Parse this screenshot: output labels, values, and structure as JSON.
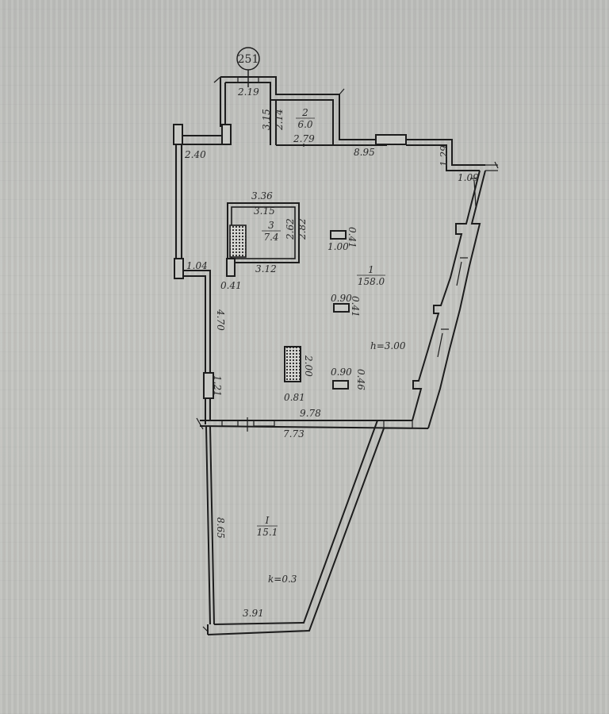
{
  "plan": {
    "apartment_number": "251",
    "height_label": "h=3.00",
    "k_label": "k=0.3"
  },
  "rooms": [
    {
      "number": "2",
      "area": "6.0"
    },
    {
      "number": "3",
      "area": "7.4"
    },
    {
      "number": "1",
      "area": "158.0"
    },
    {
      "number": "I",
      "area": "15.1"
    }
  ],
  "dimensions": {
    "d_2_19": "2.19",
    "d_3_15_v": "3.15",
    "d_2_14": "2.14",
    "d_2_79": "2.79",
    "d_2_40": "2.40",
    "d_8_95": "8.95",
    "d_1_29": "1.29",
    "d_1_09": "1.09",
    "d_3_36": "3.36",
    "d_3_15": "3.15",
    "d_2_62": "2.62",
    "d_2_82": "2.82",
    "d_3_12": "3.12",
    "d_0_41_a": "0.41",
    "d_1_00": "1.00",
    "d_0_41_b": "0.41",
    "d_1_04": "1.04",
    "d_0_90_a": "0.90",
    "d_0_41_c": "0.41",
    "d_4_70": "4.70",
    "d_2_00": "2.00",
    "d_0_81": "0.81",
    "d_0_90_b": "0.90",
    "d_0_46": "0.46",
    "d_1_21": "1.21",
    "d_9_78": "9.78",
    "d_7_73": "7.73",
    "d_8_65": "8.65",
    "d_3_91": "3.91"
  },
  "colors": {
    "paper": "#bdbebb",
    "ink": "#1d1d1d"
  }
}
